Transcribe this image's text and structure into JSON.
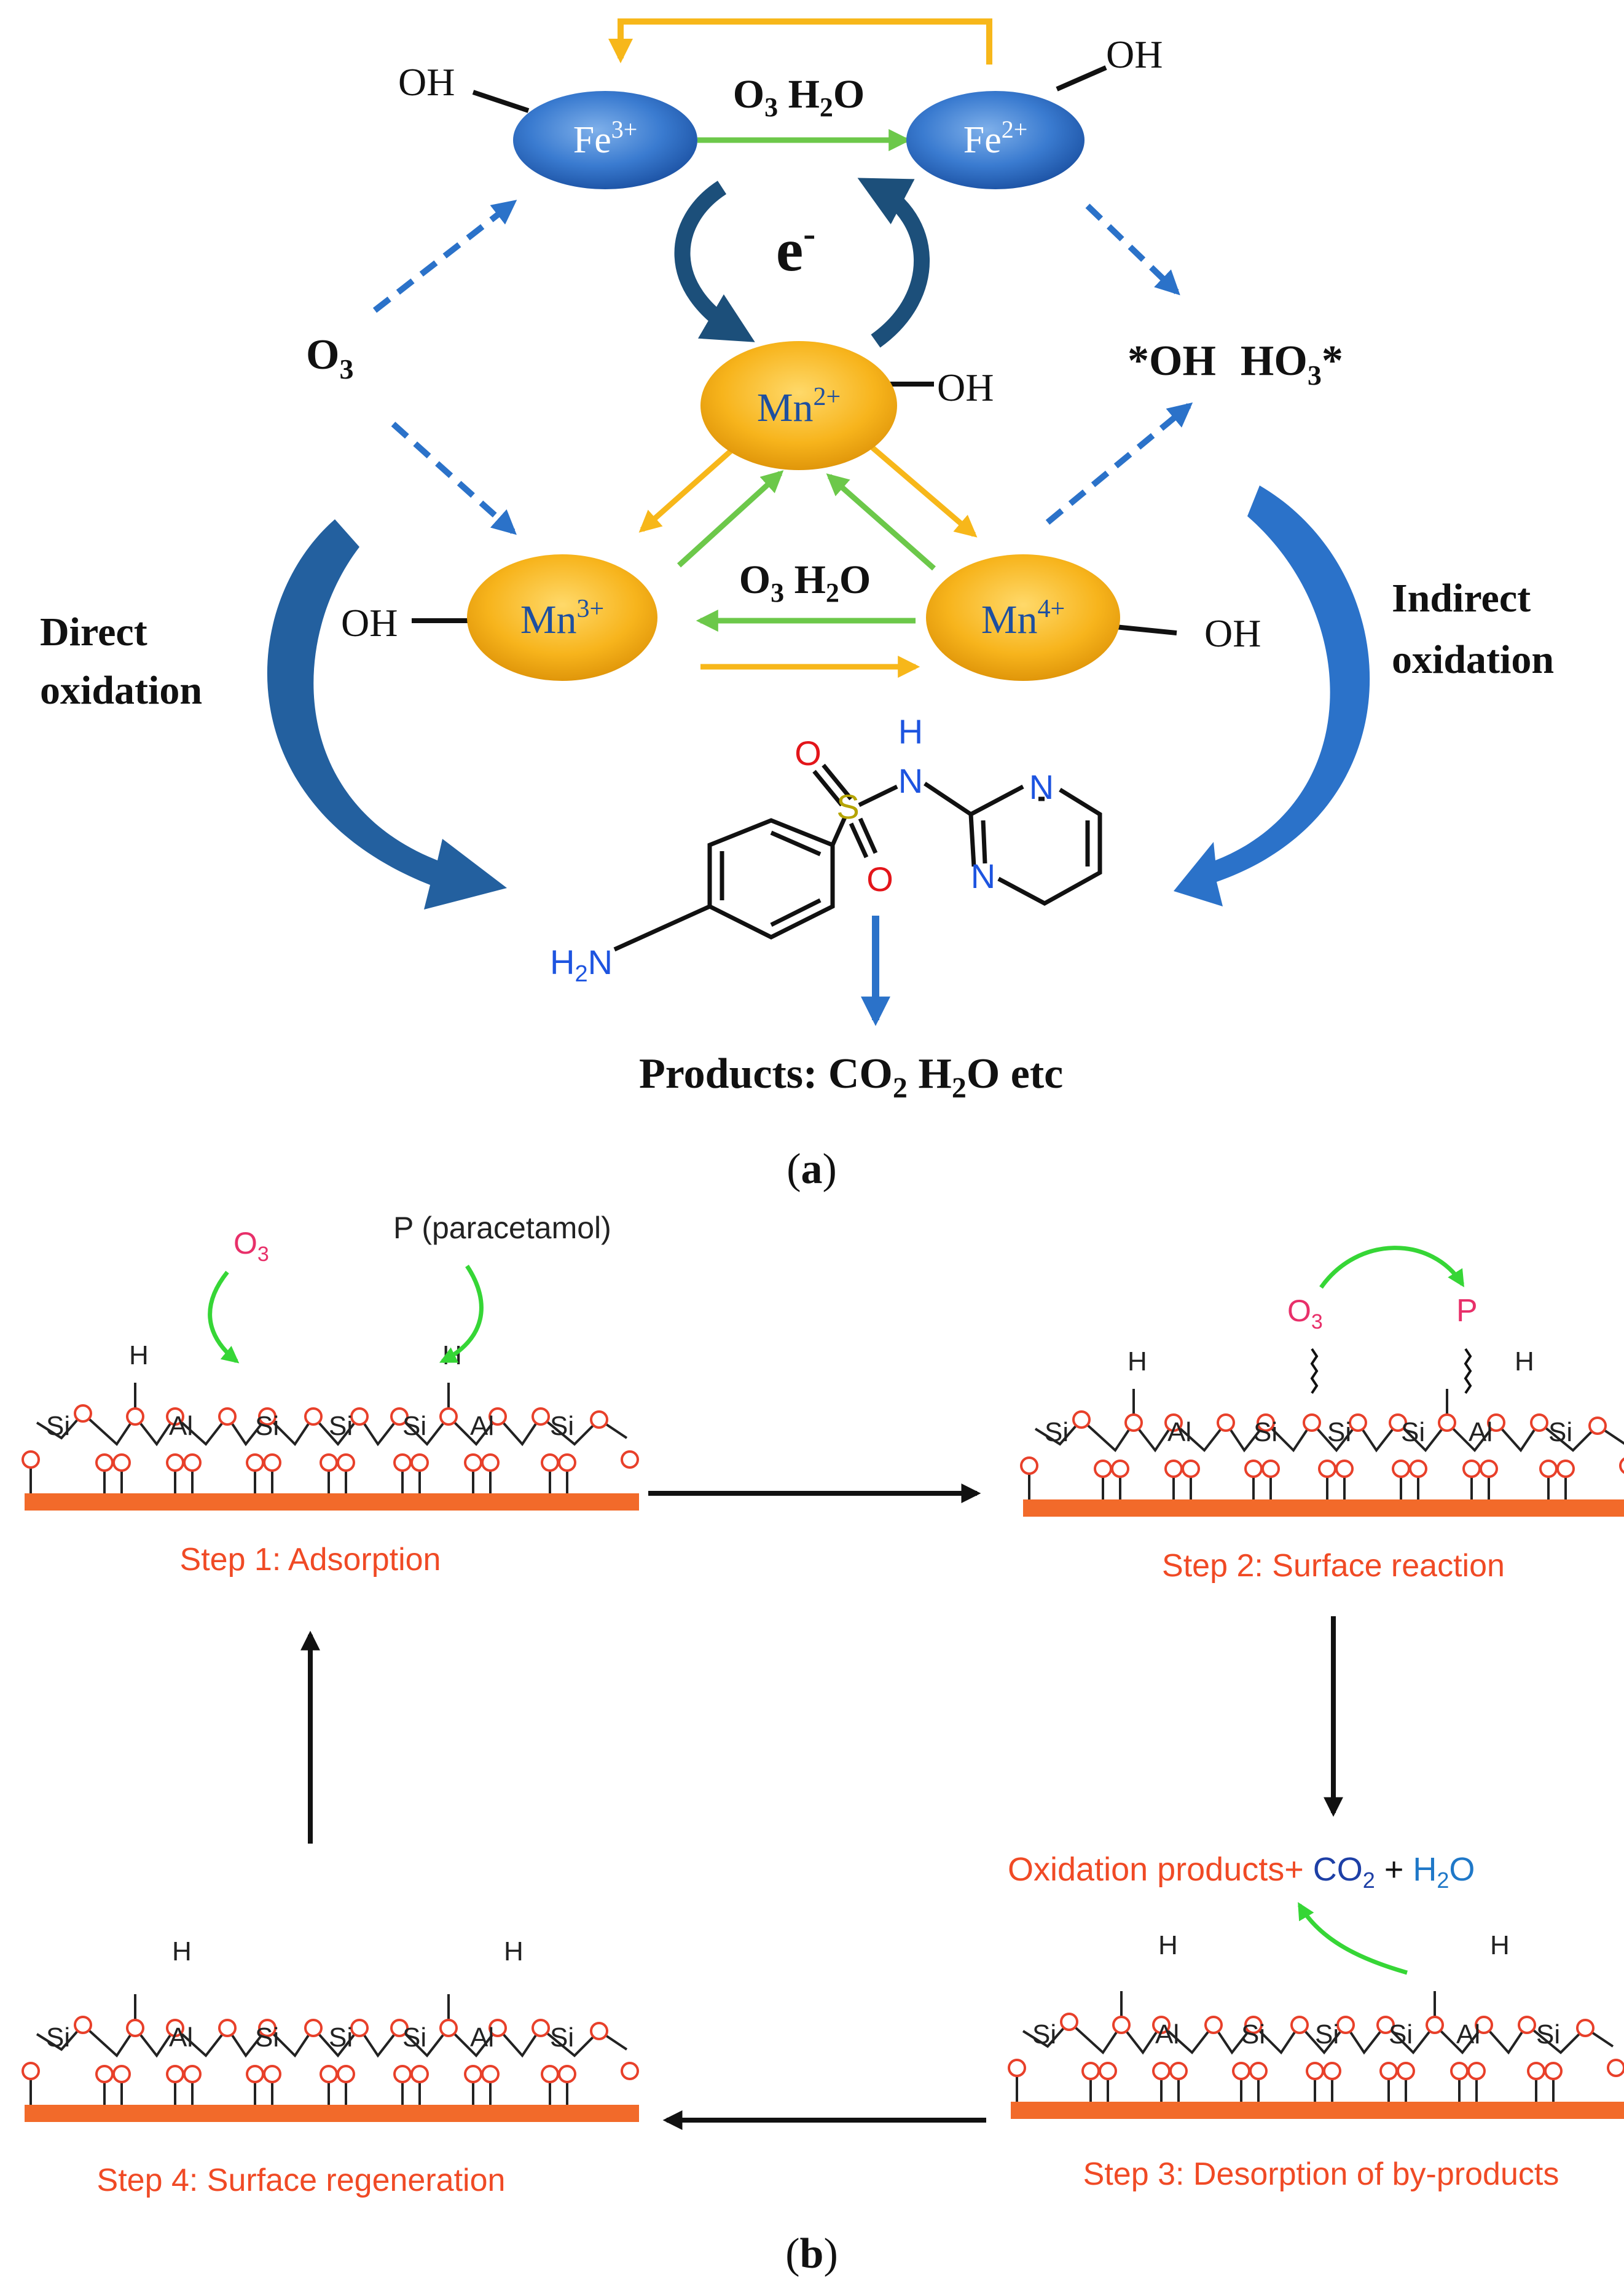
{
  "panel_a": {
    "ions": {
      "fe3": {
        "base": "Fe",
        "sup": "3+"
      },
      "fe2": {
        "base": "Fe",
        "sup": "2+"
      },
      "mn2": {
        "base": "Mn",
        "sup": "2+"
      },
      "mn3": {
        "base": "Mn",
        "sup": "3+"
      },
      "mn4": {
        "base": "Mn",
        "sup": "4+"
      }
    },
    "oh": "OH",
    "top_reagents": {
      "o": "O",
      "o_sub": "3",
      "h": " H",
      "h_sub": "2",
      "o2": "O"
    },
    "mid_reagents": {
      "o": "O",
      "o_sub": "3",
      "h": " H",
      "h_sub": "2",
      "o2": "O"
    },
    "electron": {
      "base": "e",
      "sup": "-"
    },
    "ozone": {
      "base": "O",
      "sub": "3"
    },
    "radicals": {
      "a": "*OH",
      "b": "HO",
      "b_sub": "3",
      "b_tail": "*"
    },
    "direct": [
      "Direct",
      "oxidation"
    ],
    "indirect": [
      "Indirect",
      "oxidation"
    ],
    "molecule": {
      "o_top": "O",
      "o_bot": "O",
      "s": "S",
      "nh_h": "H",
      "nh_n": "N",
      "n1": "N",
      "n2": "N",
      "h2n_h": "H",
      "h2n_sub": "2",
      "h2n_n": "N"
    },
    "products": {
      "prefix": "Products: CO",
      "sub1": "2",
      "mid": " H",
      "sub2": "2",
      "tail": "O etc"
    },
    "caption": {
      "open": "(",
      "letter": "a",
      "close": ")"
    }
  },
  "panel_b": {
    "o3": {
      "base": "O",
      "sub": "3"
    },
    "p_label": "P (paracetamol)",
    "p_short": "P",
    "step1": "Step 1: Adsorption",
    "step2": "Step 2: Surface reaction",
    "step3": "Step 3: Desorption of by-products",
    "step4": "Step 4: Surface regeneration",
    "products_line": {
      "a": "Oxidation products+ ",
      "co": "CO",
      "co_sub": "2",
      "plus": " + ",
      "h": "H",
      "h_sub": "2",
      "o": "O"
    },
    "atoms": {
      "si": "Si",
      "al": "Al",
      "o": "O",
      "h": "H"
    },
    "caption": {
      "open": "(",
      "letter": "b",
      "close": ")"
    }
  },
  "colors": {
    "ion_blue": "#2f6fc4",
    "ion_gold": "#f5b31b",
    "arrow_green": "#6cc84a",
    "arrow_gold": "#f7b71a",
    "arrow_blue": "#2b72c9",
    "surface_orange": "#f26a2a",
    "oxygen_red": "#e8402a"
  }
}
